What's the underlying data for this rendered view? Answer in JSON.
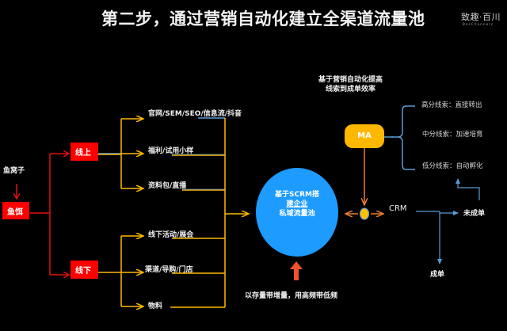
{
  "header": {
    "title": "第二步，通过营销自动化建立全渠道流量池",
    "logo": "致趣·百川",
    "logo_sub": "BesChannels"
  },
  "left": {
    "fish_nest_label": "鱼窝子",
    "bait_label": "鱼饵",
    "online_label": "线上",
    "offline_label": "线下"
  },
  "channels": {
    "online": [
      "官网/SEM/SEO/信息流/抖音",
      "福利/试用小样",
      "资料包/直播"
    ],
    "offline": [
      "线下活动/展会",
      "渠道/导购/门店",
      "物料"
    ]
  },
  "pool": {
    "lines": [
      "基于SCRM搭",
      "建企业",
      "私域流量池"
    ],
    "bottom_caption": "以存量带增量，用高频带低频"
  },
  "ma": {
    "caption_lines": [
      "基于营销自动化提高",
      "线索到成单效率"
    ],
    "label": "MA",
    "leads": [
      "高分线索：直接转出",
      "中分线索：加速培育",
      "低分线索：自动孵化"
    ]
  },
  "crm": {
    "label": "CRM",
    "not_closed_label": "未成单",
    "closed_label": "成单"
  },
  "colors": {
    "red": "#ff0000",
    "gold": "#ffb800",
    "blue": "#1e9bff",
    "light_blue": "#5b9bd5",
    "orange": "#ed7d31",
    "arrow_red": "#f0522c"
  }
}
